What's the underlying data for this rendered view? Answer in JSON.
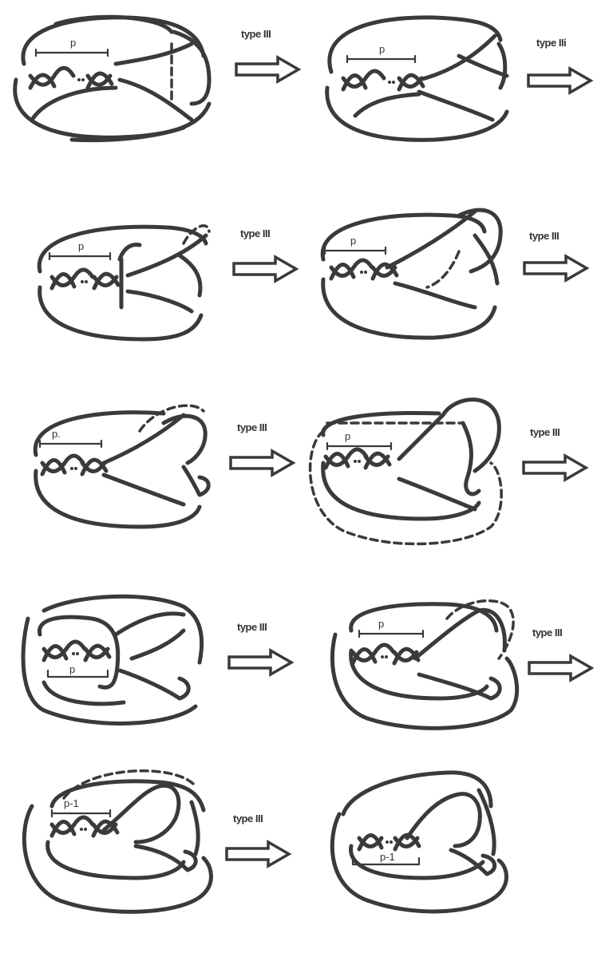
{
  "moves": [
    {
      "label": "type III"
    },
    {
      "label": "type IIi"
    },
    {
      "label": "type III"
    },
    {
      "label": "type III"
    },
    {
      "label": "type III"
    },
    {
      "label": "type III"
    },
    {
      "label": "type III"
    },
    {
      "label": "type III"
    },
    {
      "label": "type III"
    }
  ],
  "diagrams": [
    {
      "twist_label": "p"
    },
    {
      "twist_label": "p"
    },
    {
      "twist_label": "p"
    },
    {
      "twist_label": "p"
    },
    {
      "twist_label": "p."
    },
    {
      "twist_label": "p"
    },
    {
      "twist_label": "p"
    },
    {
      "twist_label": "p"
    },
    {
      "twist_label": "p-1"
    },
    {
      "twist_label": "p-1"
    }
  ]
}
